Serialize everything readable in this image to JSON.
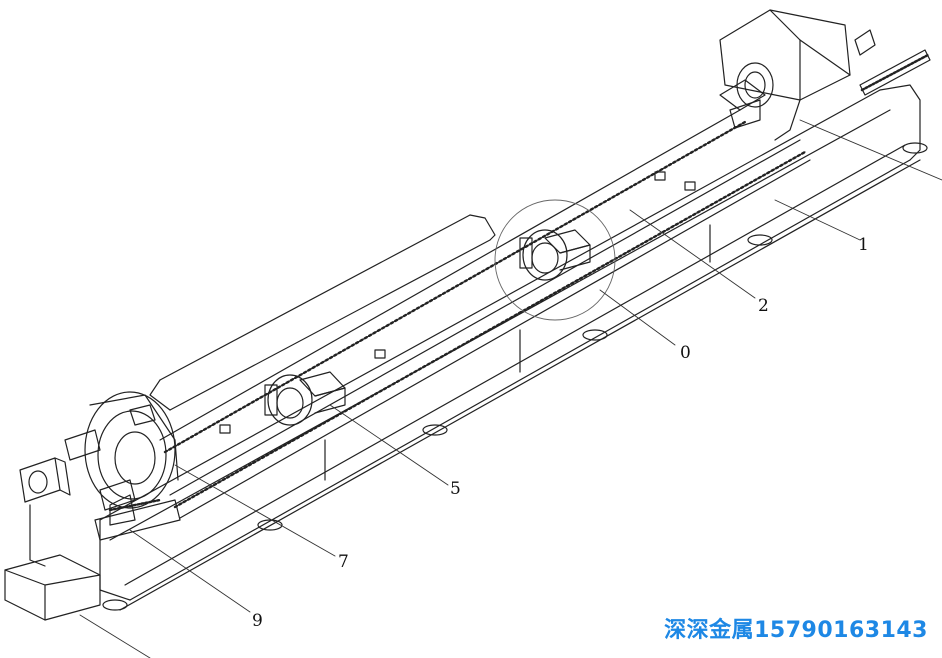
{
  "labels": {
    "l1": "1",
    "l2": "2",
    "l0": "0",
    "l5": "5",
    "l7": "7",
    "l9": "9"
  },
  "watermark": "深深金属15790163143"
}
